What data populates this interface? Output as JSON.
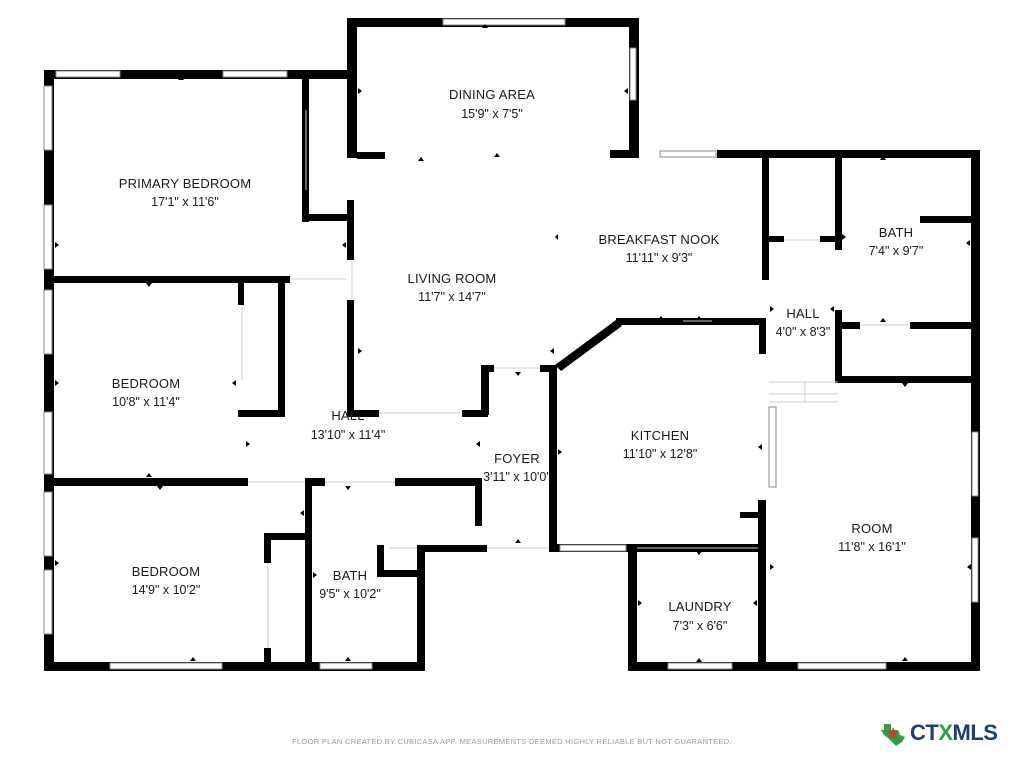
{
  "rooms": [
    {
      "id": "dining-area",
      "name": "DINING AREA",
      "dims": "15'9\" x 7'5\""
    },
    {
      "id": "primary-bedroom",
      "name": "PRIMARY BEDROOM",
      "dims": "17'1\" x 11'6\""
    },
    {
      "id": "living-room",
      "name": "LIVING ROOM",
      "dims": "11'7\" x 14'7\""
    },
    {
      "id": "breakfast-nook",
      "name": "BREAKFAST NOOK",
      "dims": "11'11\" x 9'3\""
    },
    {
      "id": "bath-1",
      "name": "BATH",
      "dims": "7'4\" x 9'7\""
    },
    {
      "id": "hall-1",
      "name": "HALL",
      "dims": "4'0\" x 8'3\""
    },
    {
      "id": "bedroom-1",
      "name": "BEDROOM",
      "dims": "10'8\" x 11'4\""
    },
    {
      "id": "hall-2",
      "name": "HALL",
      "dims": "13'10\" x 11'4\""
    },
    {
      "id": "foyer",
      "name": "FOYER",
      "dims": "3'11\" x 10'0\""
    },
    {
      "id": "kitchen",
      "name": "KITCHEN",
      "dims": "11'10\" x 12'8\""
    },
    {
      "id": "room",
      "name": "ROOM",
      "dims": "11'8\" x 16'1\""
    },
    {
      "id": "bedroom-2",
      "name": "BEDROOM",
      "dims": "14'9\" x 10'2\""
    },
    {
      "id": "bath-2",
      "name": "BATH",
      "dims": "9'5\" x 10'2\""
    },
    {
      "id": "laundry",
      "name": "LAUNDRY",
      "dims": "7'3\" x 6'6\""
    }
  ],
  "footer": {
    "disclaimer": "FLOOR PLAN CREATED BY CUBICASA APP. MEASUREMENTS DEEMED HIGHLY RELIABLE BUT NOT GUARANTEED."
  },
  "logo": {
    "icon": "texas-star-icon",
    "prefix": "CT",
    "accent": "X",
    "suffix": "MLS",
    "colors": {
      "brand": "#1f3f6e",
      "accent": "#2f9e44",
      "star": "#d9342b"
    }
  }
}
